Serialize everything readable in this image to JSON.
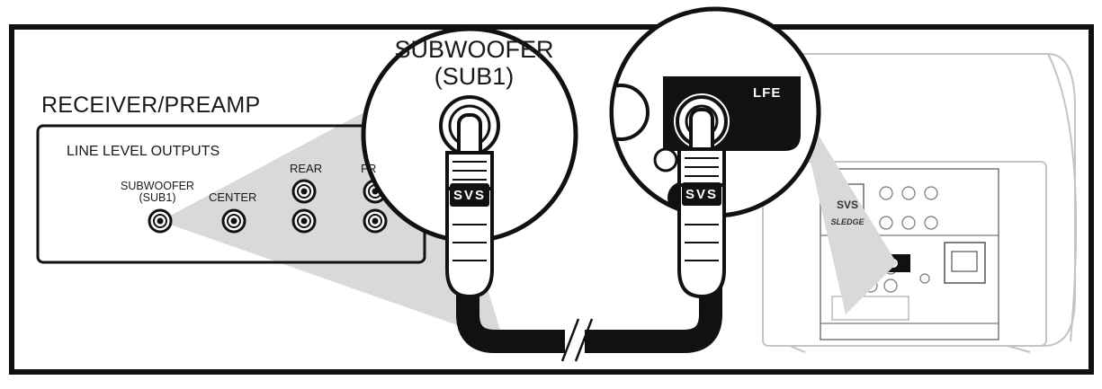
{
  "receiver": {
    "title": "RECEIVER/PREAMP",
    "section_title": "LINE LEVEL OUTPUTS",
    "jacks": {
      "subwoofer": "SUBWOOFER\n(SUB1)",
      "center": "CENTER",
      "rear": "REAR",
      "front": "FR"
    }
  },
  "zoom_left": {
    "label_line1": "SUBWOOFER",
    "label_line2": "(SUB1)"
  },
  "zoom_right": {
    "label": "LFE"
  },
  "connector_brand": "SVS",
  "subwoofer": {
    "brand": "SVS",
    "model_logo": "SLEDGE"
  },
  "colors": {
    "outline": "#111111",
    "callout_gray": "#d9d9d9",
    "jack_panel_dark": "#111111",
    "subwoofer_line": "#b8b8b8"
  }
}
